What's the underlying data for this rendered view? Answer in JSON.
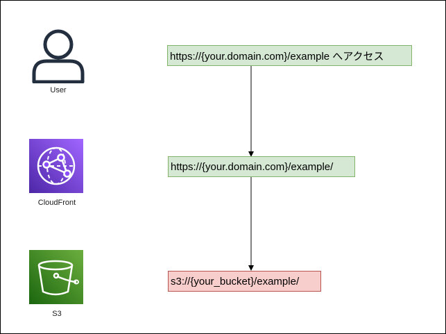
{
  "actors": {
    "user": {
      "label": "User",
      "icon": "user-icon"
    },
    "cloudfront": {
      "label": "CloudFront",
      "icon": "cloudfront-icon",
      "color": "#8c4fff"
    },
    "s3": {
      "label": "S3",
      "icon": "s3-bucket-icon",
      "color": "#3f8624"
    }
  },
  "steps": [
    {
      "text": "https://{your.domain.com}/example へアクセス",
      "fill": "#d5e8d4",
      "stroke": "#82b366"
    },
    {
      "text": "https://{your.domain.com}/example/",
      "fill": "#d5e8d4",
      "stroke": "#82b366"
    },
    {
      "text": "s3://{your_bucket}/example/",
      "fill": "#f8cecc",
      "stroke": "#b85450"
    }
  ]
}
